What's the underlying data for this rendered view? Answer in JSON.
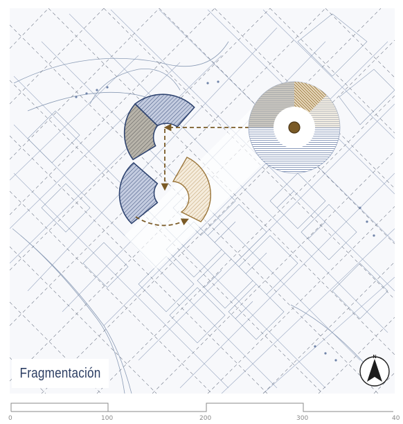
{
  "title": "Fragmentación",
  "north_label": "N",
  "scale_bar": {
    "ticks": [
      "0",
      "100",
      "200",
      "300",
      "40"
    ]
  },
  "colors": {
    "map_lines": "#8a9bb5",
    "navy": "#3a4f7c",
    "gold": "#9a7539",
    "dark_gold": "#7a5a26",
    "title_text": "#2c3e63"
  }
}
